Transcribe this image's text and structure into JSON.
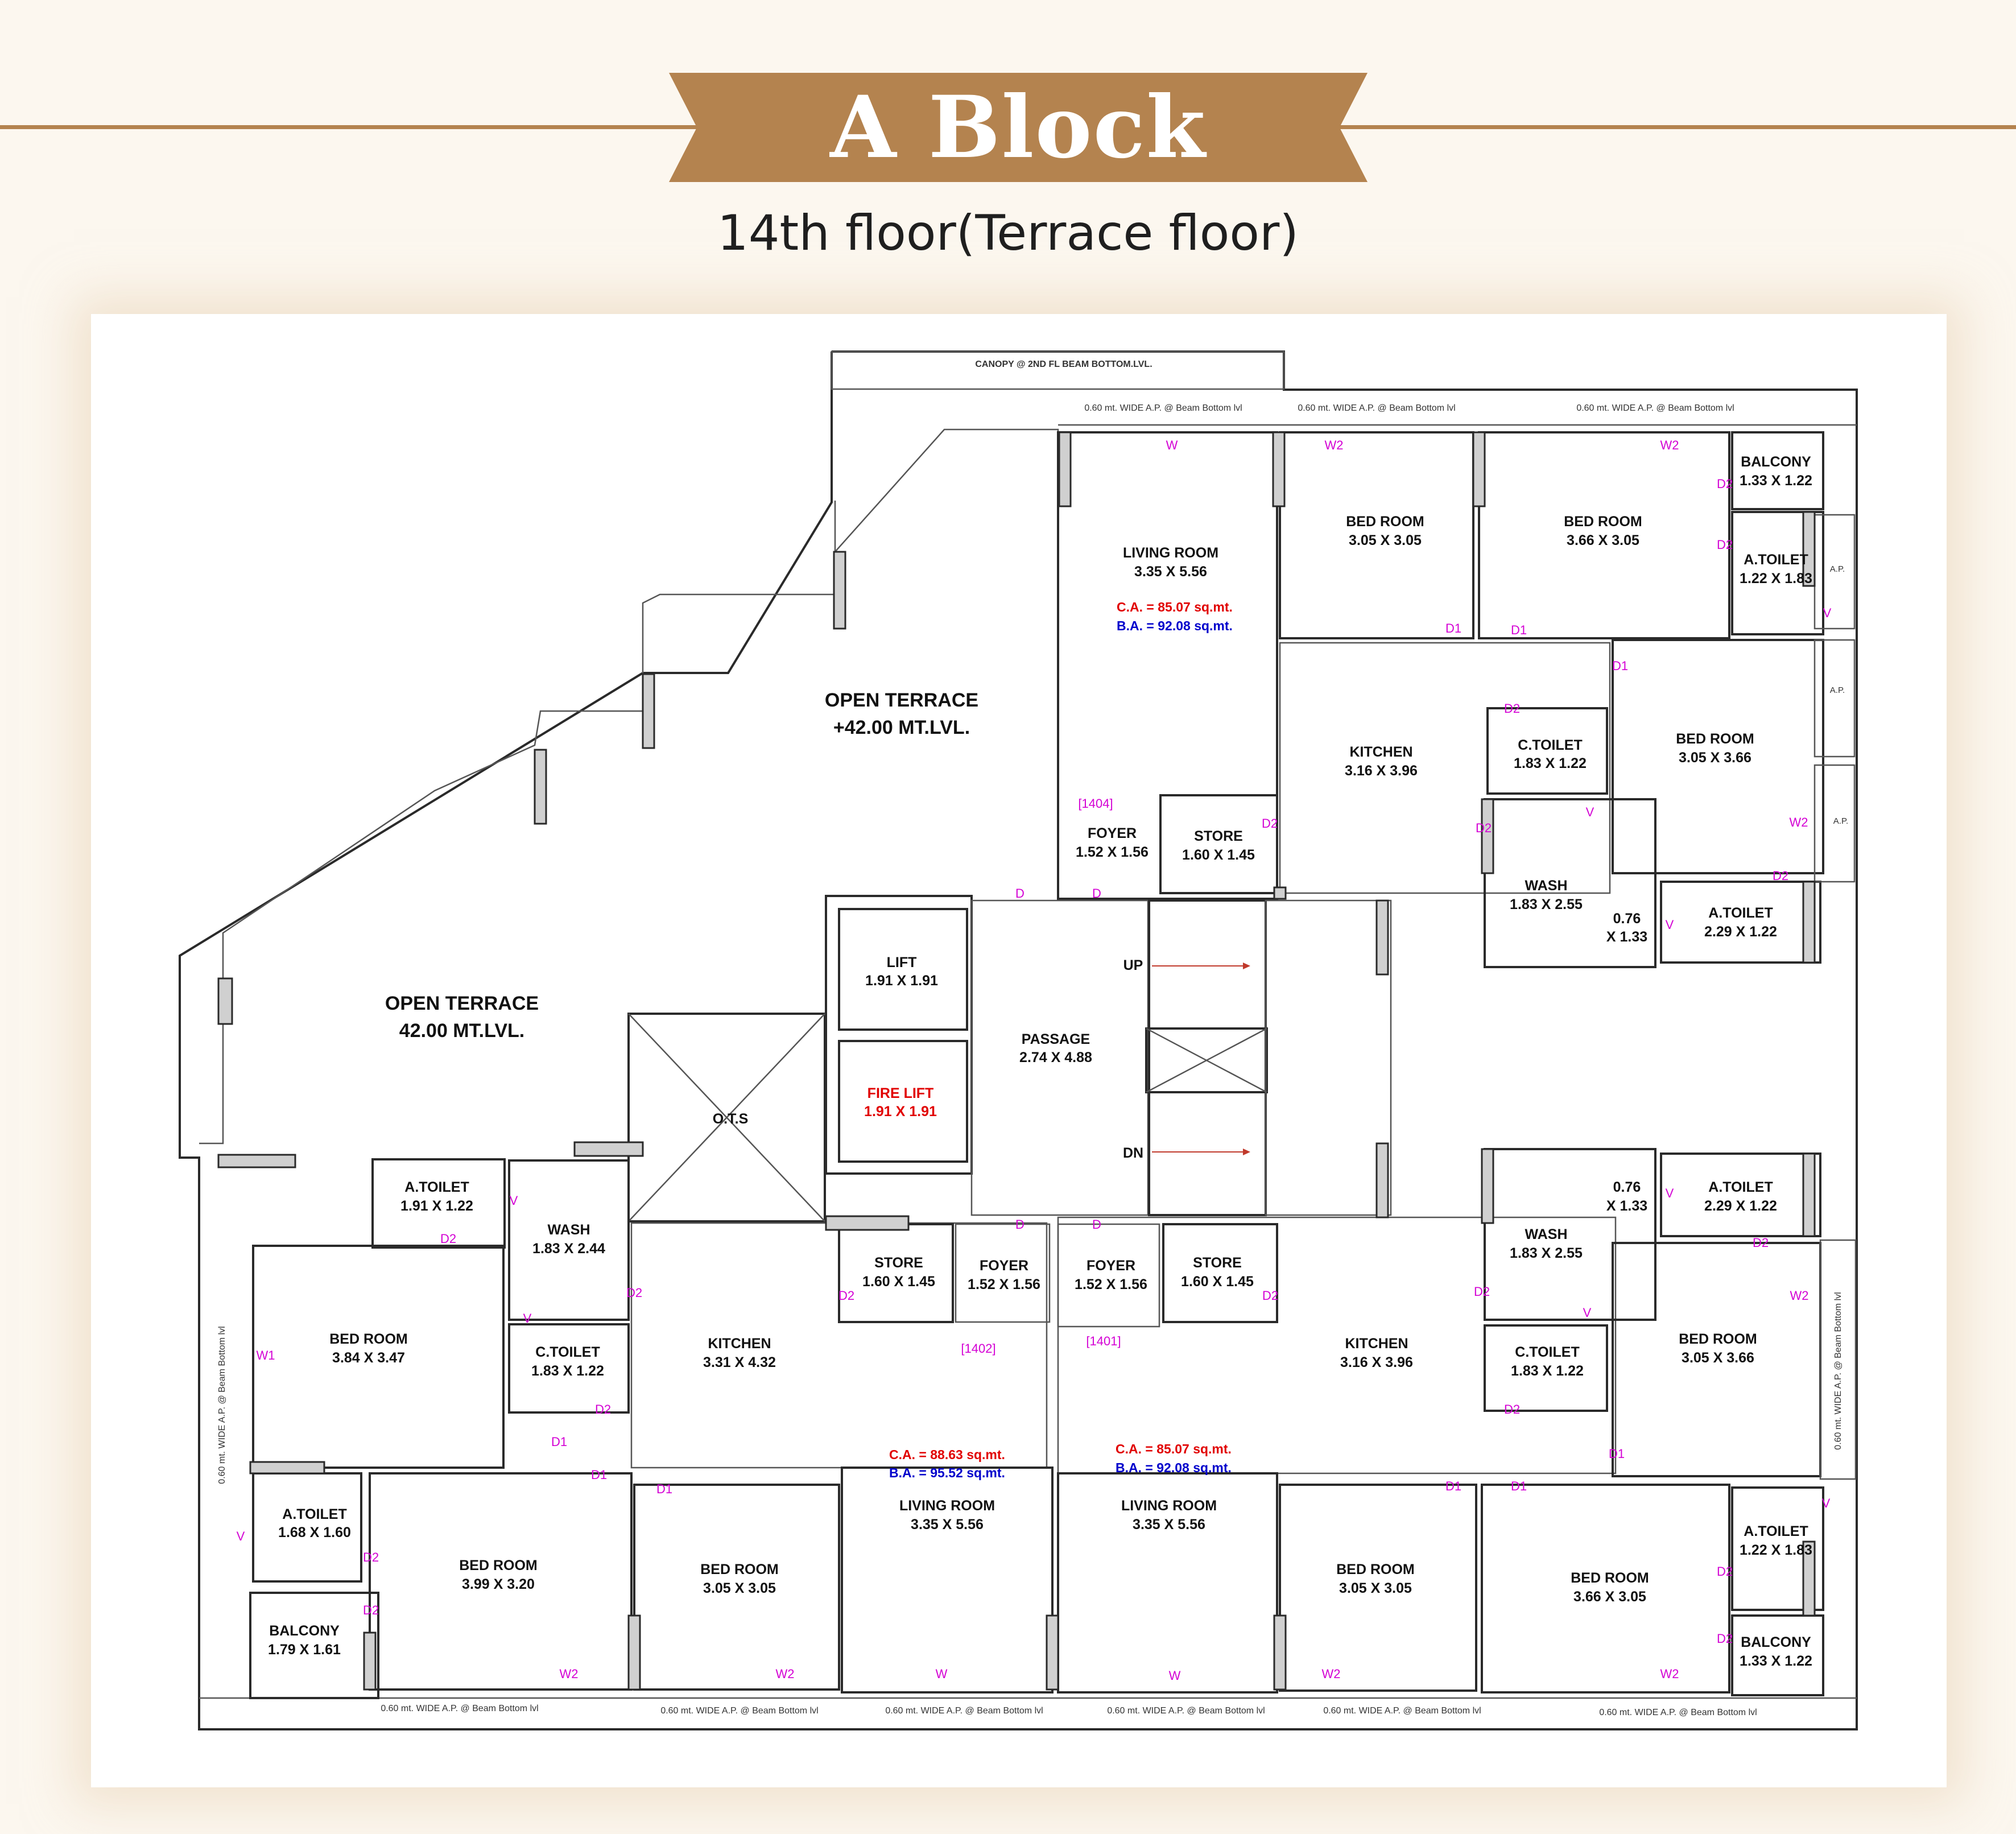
{
  "header": {
    "title": "A Block",
    "subtitle": "14th floor(Terrace floor)"
  },
  "colors": {
    "accent": "#b4834f",
    "background": "#fcf7ef",
    "carpet": "#e10000",
    "builtup": "#0000cc",
    "door_tag": "#d400d4"
  },
  "plan": {
    "canopy": "CANOPY @ 2ND FL BEAM  BOTTOM.LVL.",
    "ap_note": "0.60 mt. WIDE A.P. @ Beam Bottom lvl",
    "ap_note_alt": "0.60 mt. WIDE A.P. @ Beam Bottom lvl",
    "ap_short": "A.P.",
    "terrace_upper": {
      "name": "OPEN TERRACE",
      "level": "+42.00 MT.LVL."
    },
    "terrace_lower": {
      "name": "OPEN TERRACE",
      "level": "42.00 MT.LVL."
    },
    "ots": "O.T.S",
    "core": {
      "lift": {
        "name": "LIFT",
        "size": "1.91 X 1.91"
      },
      "fire_lift": {
        "name": "FIRE LIFT",
        "size": "1.91 X 1.91"
      },
      "passage": {
        "name": "PASSAGE",
        "size": "2.74 X 4.88"
      },
      "up": "UP",
      "dn": "DN"
    },
    "flat_1404": {
      "tag": "[1404]",
      "ca": "C.A. = 85.07 sq.mt.",
      "ba": "B.A. = 92.08 sq.mt.",
      "living": {
        "name": "LIVING ROOM",
        "size": "3.35 X 5.56"
      },
      "bed1": {
        "name": "BED ROOM",
        "size": "3.05 X 3.05"
      },
      "bed2": {
        "name": "BED ROOM",
        "size": "3.66 X 3.05"
      },
      "balcony": {
        "name": "BALCONY",
        "size": "1.33 X 1.22"
      },
      "atoilet1": {
        "name": "A.TOILET",
        "size": "1.22 X 1.83"
      },
      "kitchen": {
        "name": "KITCHEN",
        "size": "3.16 X 3.96"
      },
      "ctoilet": {
        "name": "C.TOILET",
        "size": "1.83 X 1.22"
      },
      "bed3": {
        "name": "BED ROOM",
        "size": "3.05 X 3.66"
      },
      "foyer": {
        "name": "FOYER",
        "size": "1.52 X 1.56"
      },
      "store": {
        "name": "STORE",
        "size": "1.60 X 1.45"
      },
      "wash": {
        "name": "WASH",
        "size": "1.83 X 2.55"
      },
      "shaft": {
        "name": "0.76",
        "size": "X 1.33"
      },
      "atoilet2": {
        "name": "A.TOILET",
        "size": "2.29 X 1.22"
      }
    },
    "flat_1402": {
      "tag": "[1402]",
      "ca": "C.A. = 88.63 sq.mt.",
      "ba": "B.A. = 95.52 sq.mt.",
      "atoilet1": {
        "name": "A.TOILET",
        "size": "1.91 X 1.22"
      },
      "wash": {
        "name": "WASH",
        "size": "1.83 X 2.44"
      },
      "bed1": {
        "name": "BED ROOM",
        "size": "3.84 X 3.47"
      },
      "ctoilet": {
        "name": "C.TOILET",
        "size": "1.83 X 1.22"
      },
      "kitchen": {
        "name": "KITCHEN",
        "size": "3.31 X 4.32"
      },
      "store": {
        "name": "STORE",
        "size": "1.60 X 1.45"
      },
      "foyer": {
        "name": "FOYER",
        "size": "1.52 X 1.56"
      },
      "atoilet2": {
        "name": "A.TOILET",
        "size": "1.68 X 1.60"
      },
      "bed2": {
        "name": "BED ROOM",
        "size": "3.99 X 3.20"
      },
      "bed3": {
        "name": "BED ROOM",
        "size": "3.05 X 3.05"
      },
      "living": {
        "name": "LIVING ROOM",
        "size": "3.35 X 5.56"
      },
      "balcony": {
        "name": "BALCONY",
        "size": "1.79 X 1.61"
      }
    },
    "flat_1401": {
      "tag": "[1401]",
      "ca": "C.A. = 85.07 sq.mt.",
      "ba": "B.A. = 92.08 sq.mt.",
      "foyer": {
        "name": "FOYER",
        "size": "1.52 X 1.56"
      },
      "store": {
        "name": "STORE",
        "size": "1.60 X 1.45"
      },
      "kitchen": {
        "name": "KITCHEN",
        "size": "3.16 X 3.96"
      },
      "living": {
        "name": "LIVING ROOM",
        "size": "3.35 X 5.56"
      },
      "shaft": {
        "name": "0.76",
        "size": "X 1.33"
      },
      "atoilet1": {
        "name": "A.TOILET",
        "size": "2.29 X 1.22"
      },
      "wash": {
        "name": "WASH",
        "size": "1.83 X 2.55"
      },
      "ctoilet": {
        "name": "C.TOILET",
        "size": "1.83 X 1.22"
      },
      "bed1": {
        "name": "BED ROOM",
        "size": "3.05 X 3.66"
      },
      "bed2": {
        "name": "BED ROOM",
        "size": "3.05 X 3.05"
      },
      "bed3": {
        "name": "BED ROOM",
        "size": "3.66 X 3.05"
      },
      "atoilet2": {
        "name": "A.TOILET",
        "size": "1.22 X 1.83"
      },
      "balcony": {
        "name": "BALCONY",
        "size": "1.33 X 1.22"
      }
    },
    "tags": {
      "W": "W",
      "W1": "W1",
      "W2": "W2",
      "D": "D",
      "D1": "D1",
      "D2": "D2",
      "V": "V"
    }
  }
}
